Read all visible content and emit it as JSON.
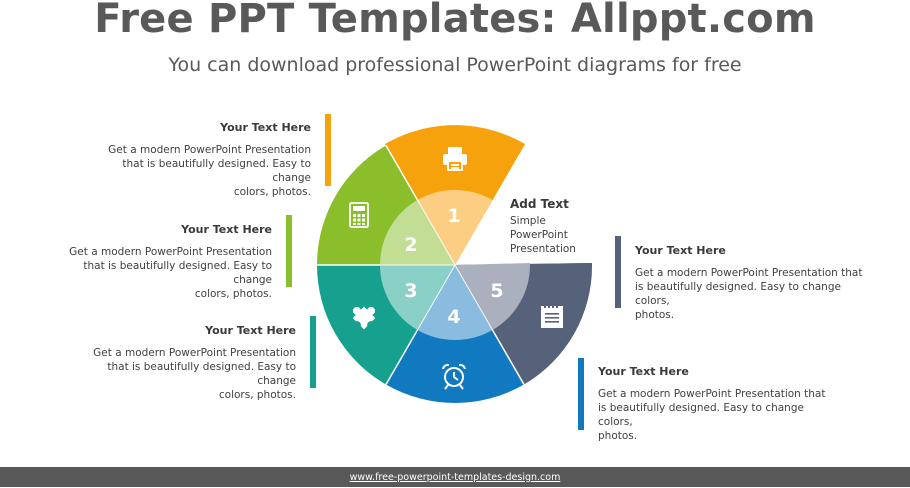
{
  "header": {
    "title": "Free PPT Templates: Allppt.com",
    "subtitle": "You can download professional PowerPoint diagrams for free"
  },
  "segments": [
    {
      "number": "1",
      "color": "#F5A20C",
      "inner_color": "#FCCE84",
      "icon": "printer-icon"
    },
    {
      "number": "2",
      "color": "#8BBE2B",
      "inner_color": "#C2DE94",
      "icon": "calculator-icon"
    },
    {
      "number": "3",
      "color": "#16A08E",
      "inner_color": "#8AD0C6",
      "icon": "puzzle-icon"
    },
    {
      "number": "4",
      "color": "#1079C0",
      "inner_color": "#8ABCE0",
      "icon": "alarm-clock-icon"
    },
    {
      "number": "5",
      "color": "#56627A",
      "inner_color": "#AAB0BD",
      "icon": "notepad-icon"
    }
  ],
  "center": {
    "title": "Add Text",
    "lines": [
      "Simple",
      "PowerPoint",
      "Presentation"
    ]
  },
  "boxes": [
    {
      "title": "Your Text  Here",
      "lines": [
        "Get a modern PowerPoint  Presentation",
        "that is beautifully designed. Easy to change",
        "colors, photos."
      ],
      "color": "#F5A20C"
    },
    {
      "title": "Your Text  Here",
      "lines": [
        "Get a modern PowerPoint  Presentation",
        "that is beautifully designed. Easy to change",
        "colors, photos."
      ],
      "color": "#8BBE2B"
    },
    {
      "title": "Your Text  Here",
      "lines": [
        "Get a modern PowerPoint  Presentation",
        "that is beautifully designed. Easy to change",
        "colors, photos."
      ],
      "color": "#16A08E"
    },
    {
      "title": "Your Text  Here",
      "lines": [
        "Get a modern PowerPoint  Presentation that",
        "is beautifully designed. Easy to change colors,",
        "photos."
      ],
      "color": "#56627A"
    },
    {
      "title": "Your Text  Here",
      "lines": [
        "Get a modern PowerPoint  Presentation that",
        "is beautifully designed. Easy to change colors,",
        "photos."
      ],
      "color": "#1079C0"
    }
  ],
  "footer": {
    "url": "www.free-powerpoint-templates-design.com"
  }
}
